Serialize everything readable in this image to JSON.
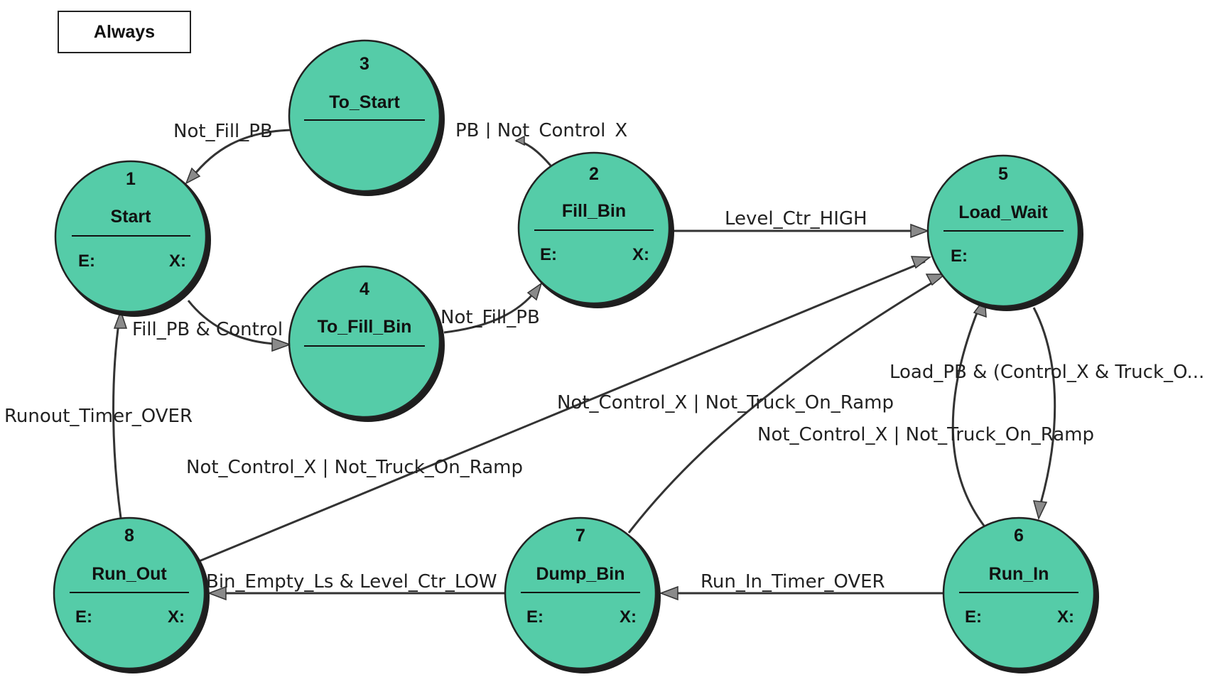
{
  "always": {
    "label": "Always"
  },
  "states": [
    {
      "id": "start",
      "number": "1",
      "name": "Start",
      "entry": "E:",
      "exit": "X:"
    },
    {
      "id": "fill-bin",
      "number": "2",
      "name": "Fill_Bin",
      "entry": "E:",
      "exit": "X:"
    },
    {
      "id": "to-start",
      "number": "3",
      "name": "To_Start",
      "entry": "",
      "exit": ""
    },
    {
      "id": "to-fill-bin",
      "number": "4",
      "name": "To_Fill_Bin",
      "entry": "",
      "exit": ""
    },
    {
      "id": "load-wait",
      "number": "5",
      "name": "Load_Wait",
      "entry": "E:",
      "exit": ""
    },
    {
      "id": "run-in",
      "number": "6",
      "name": "Run_In",
      "entry": "E:",
      "exit": "X:"
    },
    {
      "id": "dump-bin",
      "number": "7",
      "name": "Dump_Bin",
      "entry": "E:",
      "exit": "X:"
    },
    {
      "id": "run-out",
      "number": "8",
      "name": "Run_Out",
      "entry": "E:",
      "exit": "X:"
    }
  ],
  "transitions": [
    {
      "id": "t3-1",
      "from": "3",
      "to": "1",
      "label": "Not_Fill_PB"
    },
    {
      "id": "t2-3",
      "from": "2",
      "to": "3",
      "label": "_PB | Not_Control_X"
    },
    {
      "id": "t1-4",
      "from": "1",
      "to": "4",
      "label": "Fill_PB & Control"
    },
    {
      "id": "t4-2",
      "from": "4",
      "to": "2",
      "label": "Not_Fill_PB"
    },
    {
      "id": "t2-5",
      "from": "2",
      "to": "5",
      "label": "Level_Ctr_HIGH"
    },
    {
      "id": "t5-6",
      "from": "5",
      "to": "6",
      "label": "Load_PB & (Control_X & Truck_O..."
    },
    {
      "id": "t6-5",
      "from": "6",
      "to": "5",
      "label": "Not_Control_X | Not_Truck_On_Ramp"
    },
    {
      "id": "t7-5",
      "from": "7",
      "to": "5",
      "label": "Not_Control_X | Not_Truck_On_Ramp"
    },
    {
      "id": "t8-5",
      "from": "8",
      "to": "5",
      "label": "Not_Control_X | Not_Truck_On_Ramp"
    },
    {
      "id": "t6-7",
      "from": "6",
      "to": "7",
      "label": "Run_In_Timer_OVER"
    },
    {
      "id": "t7-8",
      "from": "7",
      "to": "8",
      "label": "Bin_Empty_Ls & Level_Ctr_LOW"
    },
    {
      "id": "t8-1",
      "from": "8",
      "to": "1",
      "label": "Runout_Timer_OVER"
    }
  ]
}
